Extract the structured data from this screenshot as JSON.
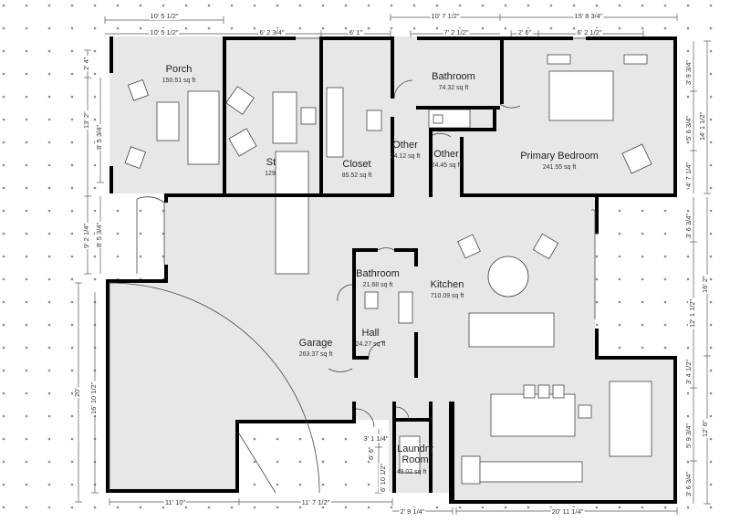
{
  "rooms": [
    {
      "name": "Porch",
      "area": "150.51 sq ft"
    },
    {
      "name": "St",
      "area": "129"
    },
    {
      "name": "Closet",
      "area": "85.52 sq ft"
    },
    {
      "name": "Bathroom",
      "area": "74.32 sq ft"
    },
    {
      "name": "Other",
      "area": "24.12 sq ft"
    },
    {
      "name": "Other",
      "area": "24.45 sq ft"
    },
    {
      "name": "Primary Bedroom",
      "area": "241.55 sq ft"
    },
    {
      "name": "Bathroom",
      "area": "21.68 sq ft"
    },
    {
      "name": "Kitchen",
      "area": "710.09 sq ft"
    },
    {
      "name": "Hall",
      "area": "24.27 sq ft"
    },
    {
      "name": "Garage",
      "area": "263.37 sq ft"
    },
    {
      "name": "Laundry Room",
      "area": "49.02 sq ft"
    }
  ],
  "dimensions": {
    "top_outer_left": "10' 5 1/2\"",
    "top_inner_left": "10' 5 1/2\"",
    "top_study": "6' 2 3/4\"",
    "top_closet": "6' 1\"",
    "top_bath_outer": "10' 7 1/2\"",
    "top_bath_inner": "7' 2 1/2\"",
    "top_bed_outer": "15' 8 3/4\"",
    "top_bed_a": "2' 6\"",
    "top_bed_b": "6' 2 1/2\"",
    "left_a": "2' 4\"",
    "left_b": "13' 2\"",
    "left_c": "8' 5 3/4\"",
    "left_d": "9' 2 1/4\"",
    "left_e": "8' 5 3/4\"",
    "left_f": "20'",
    "left_g": "16' 10 1/2\"",
    "right_a": "3' 9 3/4\"",
    "right_b": "14' 1 1/2\"",
    "right_c": "5' 6 3/4\"",
    "right_d": "4' 7 1/4\"",
    "right_e": "3' 6 3/4\"",
    "right_f": "16' 2\"",
    "right_g": "12' 1 1/2\"",
    "right_h": "3' 4 1/2\"",
    "right_i": "12' 6\"",
    "right_j": "5' 9 3/4\"",
    "right_k": "3' 6 3/4\"",
    "bottom_garage_a": "11' 10\"",
    "bottom_garage_b": "11' 7 1/2\"",
    "bottom_laundry": "2' 9 1/4\"",
    "bottom_kitchen": "20' 11 1/4\"",
    "laundry_a": "3' 1 1/4\"",
    "laundry_b": "6' 6\"",
    "laundry_c": "6' 10 1/2\""
  }
}
